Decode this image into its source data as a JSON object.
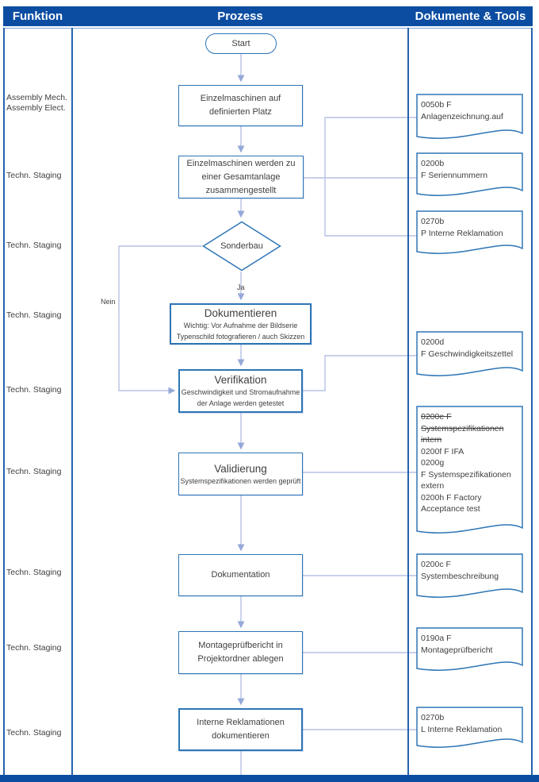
{
  "header": {
    "funktion": "Funktion",
    "prozess": "Prozess",
    "dokumente": "Dokumente & Tools"
  },
  "functions": [
    "Assembly Mech.\nAssembly Elect.",
    "Techn. Staging",
    "Techn. Staging",
    "Techn. Staging",
    "Techn. Staging",
    "Techn. Staging",
    "Techn. Staging",
    "Techn. Staging",
    "Techn. Staging"
  ],
  "process": {
    "start_label": "Start",
    "box1": {
      "text": "Einzelmaschinen auf\ndefinierten Platz"
    },
    "box2": {
      "text": "Einzelmaschinen werden zu\neiner Gesamtanlage\nzusammengestellt"
    },
    "decision": {
      "label": "Sonderbau",
      "yes_label": "Ja",
      "no_label": "Nein"
    },
    "dokumentieren": {
      "title": "Dokumentieren",
      "subtitle": "Wichtig: Vor Aufnahme der Bildserie\nTypenschild fotografieren / auch Skizzen"
    },
    "verifikation": {
      "title": "Verifikation",
      "subtitle": "Geschwindigkeit und Stromaufnahme\nder Anlage werden getestet"
    },
    "validierung": {
      "title": "Validierung",
      "subtitle": "Systemspezifikationen werden geprüft"
    },
    "dokumentation": {
      "text": "Dokumentation"
    },
    "montagepruefbericht": {
      "text": "Montageprüfbericht in\nProjektordner ablegen"
    },
    "interne_reklamationen": {
      "text": "Interne Reklamationen\ndokumentieren"
    }
  },
  "documents": [
    {
      "lines": [
        {
          "text": "0050b F"
        },
        {
          "text": "Anlagenzeichnung.auf"
        }
      ]
    },
    {
      "lines": [
        {
          "text": "0200b"
        },
        {
          "text": "F Seriennummern"
        }
      ]
    },
    {
      "lines": [
        {
          "text": "0270b"
        },
        {
          "text": "P Interne Reklamation"
        }
      ]
    },
    {
      "lines": [
        {
          "text": "0200d"
        },
        {
          "text": "F Geschwindigkeitszettel"
        }
      ]
    },
    {
      "lines": [
        {
          "text": "0200e F",
          "strike": true
        },
        {
          "text": "Systemspezifikationen",
          "strike": true
        },
        {
          "text": "intern",
          "strike": true
        },
        {
          "text": "0200f F IFA"
        },
        {
          "text": "0200g"
        },
        {
          "text": "F Systemspezifikationen"
        },
        {
          "text": "extern"
        },
        {
          "text": "0200h F Factory"
        },
        {
          "text": "Acceptance test"
        }
      ]
    },
    {
      "lines": [
        {
          "text": "0200c F"
        },
        {
          "text": "Systembeschreibung"
        }
      ]
    },
    {
      "lines": [
        {
          "text": "0190a F"
        },
        {
          "text": "Montageprüfbericht"
        }
      ]
    },
    {
      "lines": [
        {
          "text": "0270b"
        },
        {
          "text": "L Interne Reklamation"
        }
      ]
    }
  ],
  "colors": {
    "header_bg": "#0C4DA2",
    "shape_border": "#2E75B6",
    "lane_border": "#2563AE",
    "connector": "#B6C1E4",
    "arrowhead": "#96A8D8",
    "text": "#3F3F3F"
  }
}
